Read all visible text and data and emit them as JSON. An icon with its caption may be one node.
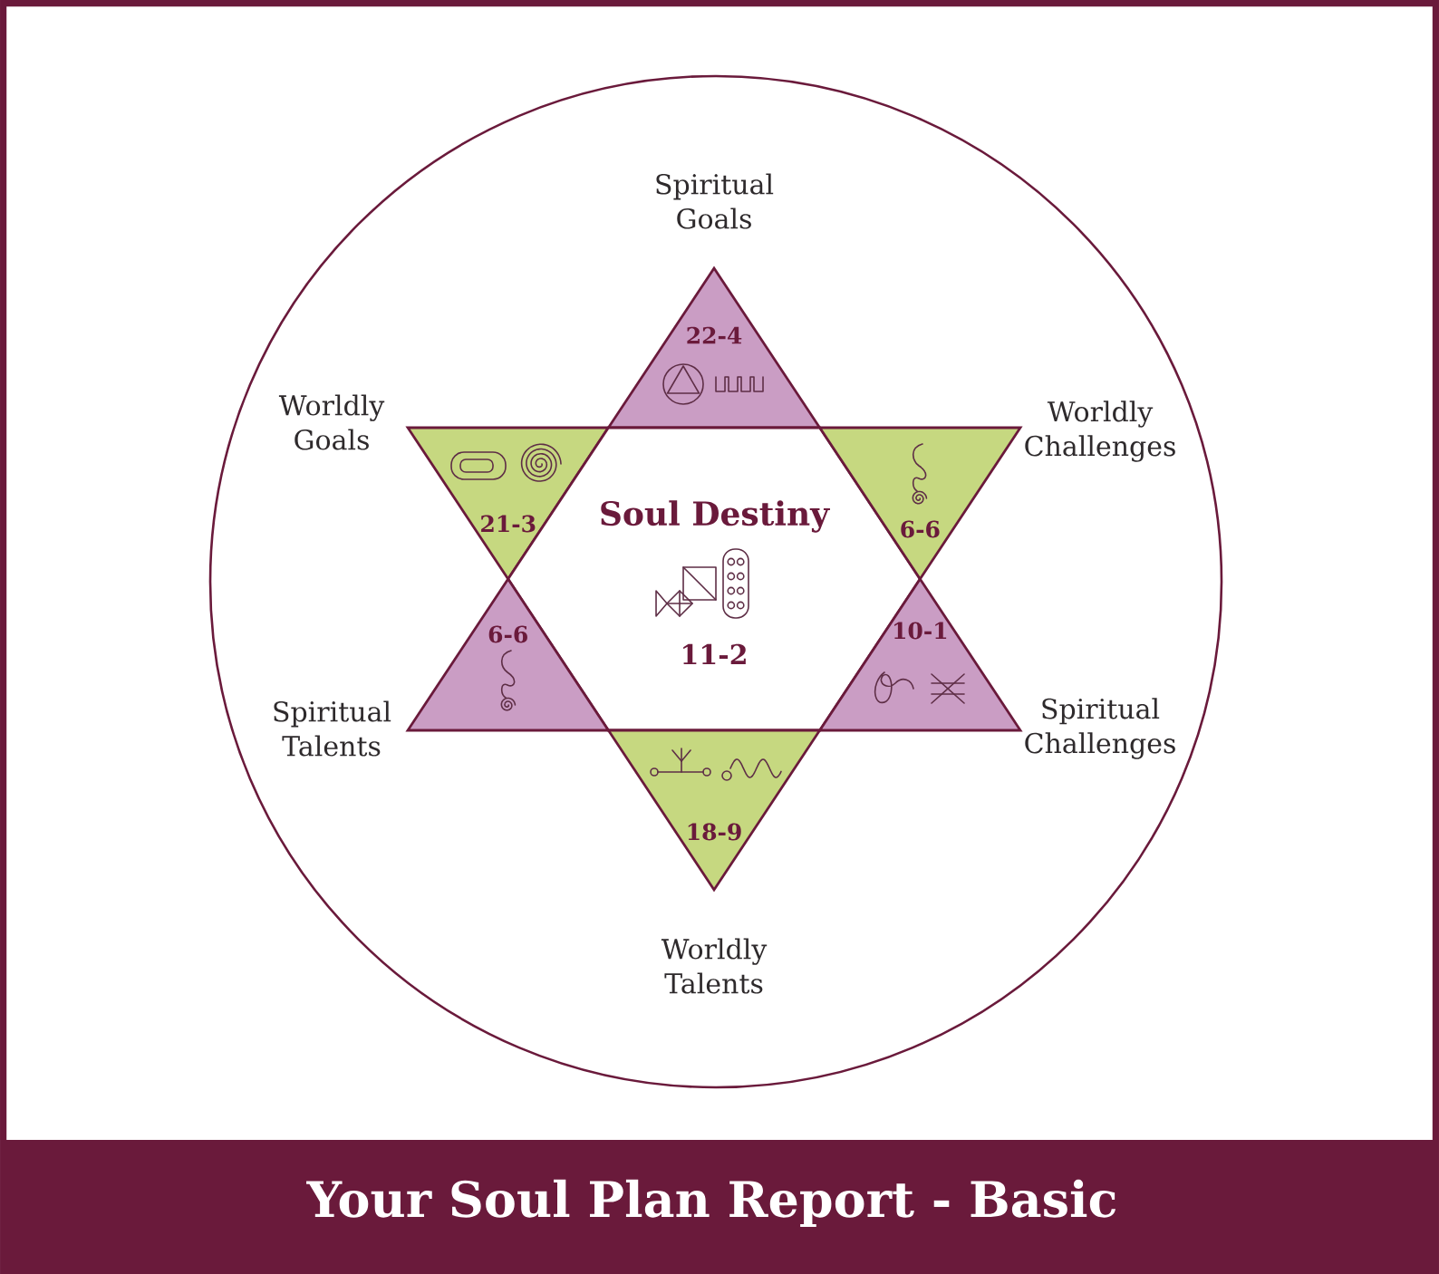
{
  "diagram": {
    "title": "Your Soul Plan Report - Basic",
    "nodes": [
      {
        "text": [
          "22-4"
        ],
        "beside": [
          "Spiritual Goals"
        ]
      },
      {
        "text": [
          "21-3"
        ],
        "beside": [
          "Worldly Goals"
        ]
      },
      {
        "text": [
          "Soul Destiny",
          "11-2"
        ]
      },
      {
        "text": [
          "6-6"
        ],
        "beside": [
          "Worldly Challenges"
        ]
      },
      {
        "text": [
          "6-6"
        ],
        "beside": [
          "Spiritual Talents"
        ]
      },
      {
        "text": [
          "10-1"
        ],
        "beside": [
          "Spiritual Challenges"
        ]
      },
      {
        "text": [
          "18-9"
        ],
        "beside": [
          "Worldly Talents"
        ]
      }
    ]
  }
}
